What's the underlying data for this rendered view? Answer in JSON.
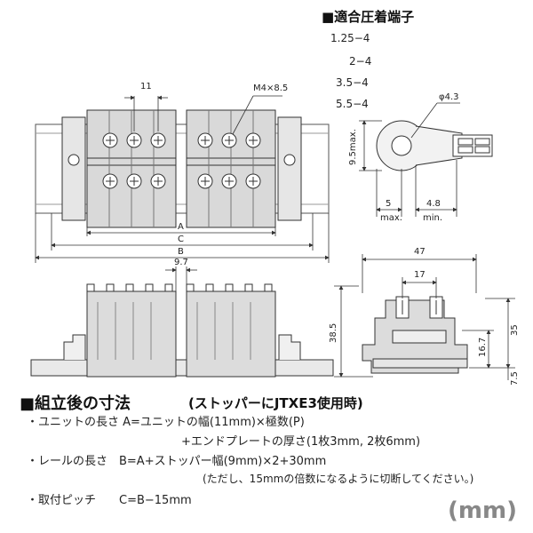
{
  "terminals": {
    "heading": "■適合圧着端子",
    "items": [
      "1.25−4",
      "2−4",
      "3.5−4",
      "5.5−4"
    ]
  },
  "top_view": {
    "pitch": "11",
    "screw": "M4×8.5",
    "dim_a": "A",
    "dim_c": "C",
    "dim_b": "B"
  },
  "lug": {
    "hole": "φ4.3",
    "height": "9.5max.",
    "d1": "5",
    "d1_note": "max.",
    "d2": "4.8",
    "d2_note": "min."
  },
  "front_view": {
    "gap": "9.7"
  },
  "side_view": {
    "w_outer": "47",
    "w_inner": "17",
    "h_total": "38.5",
    "h_right": "35",
    "h_mid": "16.7",
    "h_base": "7.5"
  },
  "assembly": {
    "heading": "■組立後の寸法",
    "subheading": "(ストッパーにJTXE3使用時)",
    "lines": [
      "・ユニットの長さ A=ユニットの幅(11mm)×極数(P)",
      "+エンドプレートの厚さ(1枚3mm, 2枚6mm)",
      "・レールの長さ　B=A+ストッパー幅(9mm)×2+30mm",
      "(ただし、15mmの倍数になるように切断してください。)",
      "・取付ピッチ　　C=B−15mm"
    ]
  },
  "unit": "(mm)"
}
